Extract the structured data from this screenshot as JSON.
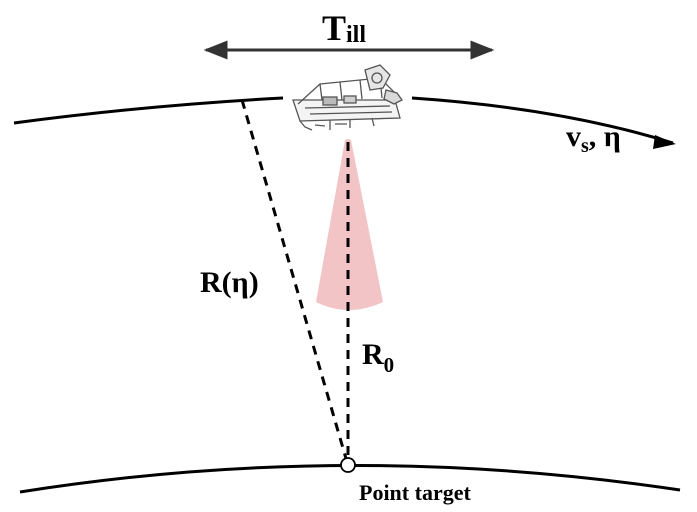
{
  "labels": {
    "t_main": "T",
    "t_sub": "ill",
    "velocity_main": "v",
    "velocity_sub": "s",
    "velocity_rest": ", η",
    "range_eta": "R(η)",
    "r0_main": "R",
    "r0_sub": "0",
    "point_target": "Point target"
  },
  "colors": {
    "line": "#000000",
    "beam": "#f2c4c6",
    "satellite": "#555555"
  },
  "icons": {
    "satellite": "satellite-icon",
    "point_target": "point-target-marker"
  }
}
